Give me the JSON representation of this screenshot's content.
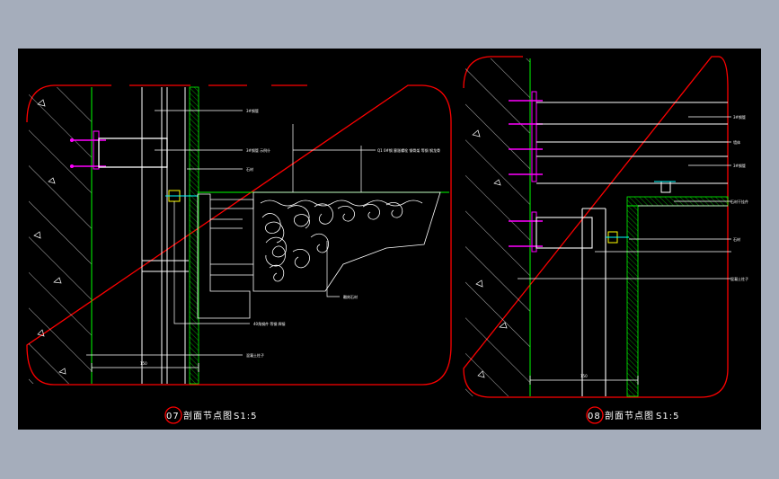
{
  "drawing": {
    "background": "#000000",
    "border_color": "#ff0000",
    "wall_color": "#ffffff",
    "accent_green": "#00ff00",
    "accent_magenta": "#ff00ff"
  },
  "detail_07": {
    "number": "07",
    "title": "剖面节点图",
    "scale": "S1:5",
    "dimension": "150",
    "labels": {
      "steel_tube_top": "3#钢管",
      "steel_tube_mid": "3#钢管 示例什",
      "stone": "石材",
      "steel_angle_bracket": "Q1 0#钢 膨胀螺栓 钢骨架 等钢 钢龙骨",
      "carved_stone": "雕刻石材",
      "angle_steel": "40角钢件 等钢 焊接",
      "concrete": "混凝土柱子"
    }
  },
  "detail_08": {
    "number": "08",
    "title": "剖面节点图",
    "scale": "S1:5",
    "dimension": "150",
    "labels": {
      "steel_tube_1": "3#钢管",
      "wall_1": "墙体",
      "steel_tube_2": "3#钢管",
      "stone_fixing": "石材干挂件",
      "stone": "石材",
      "concrete": "混凝土柱子"
    }
  }
}
